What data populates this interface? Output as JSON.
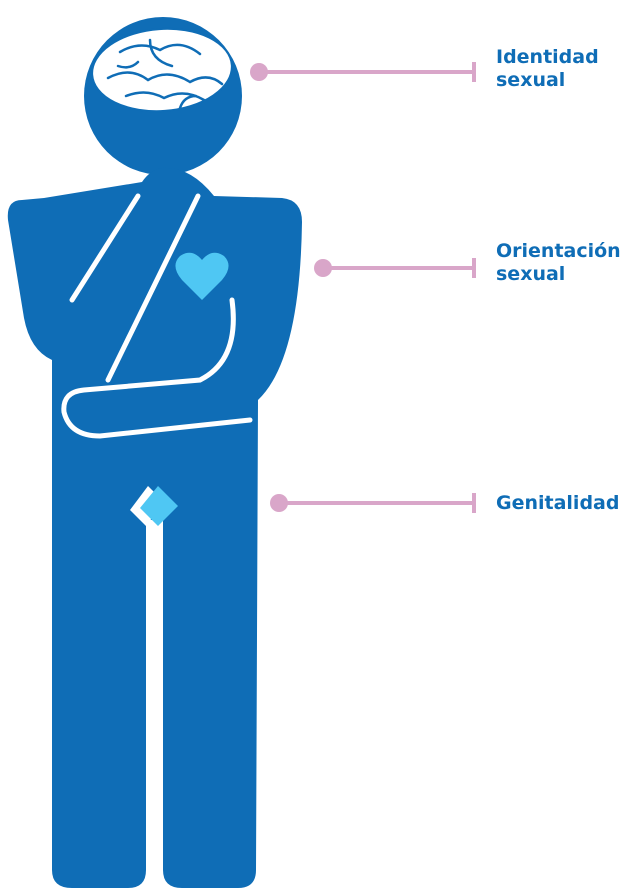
{
  "colors": {
    "figure": "#0f6db6",
    "accent": "#4fc7f3",
    "brain": "#ffffff",
    "connector": "#d9a6c9",
    "label_text": "#0f6db6"
  },
  "icons": [
    "person-figure-icon",
    "brain-icon",
    "heart-icon",
    "diamond-icon"
  ],
  "labels": {
    "identidad": "Identidad\nsexual",
    "orientacion": "Orientación\nsexual",
    "genitalidad": "Genitalidad"
  }
}
